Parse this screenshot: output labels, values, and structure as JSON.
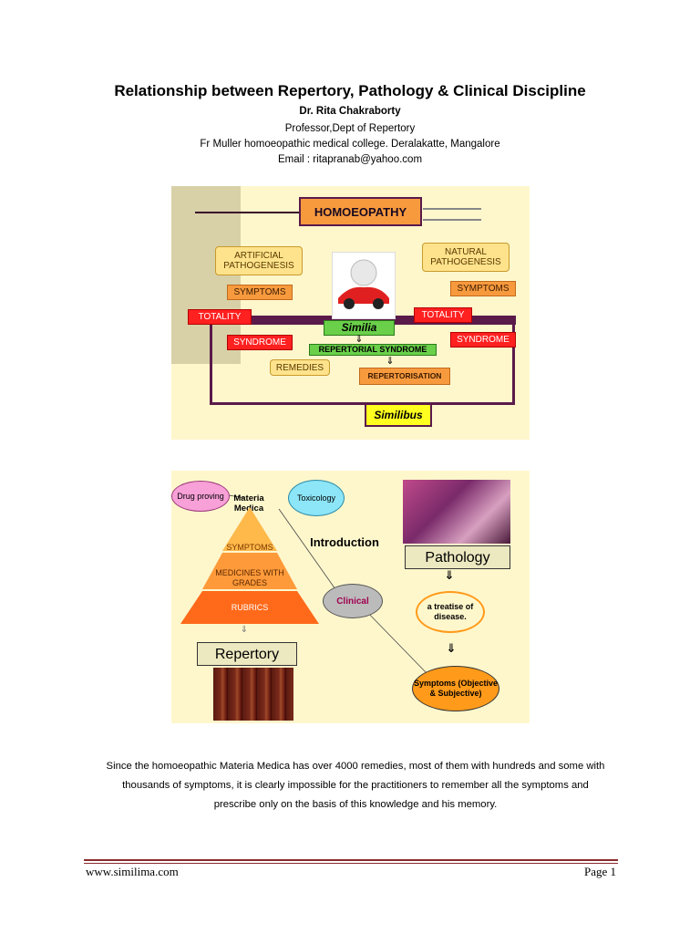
{
  "header": {
    "title": "Relationship between Repertory, Pathology & Clinical Discipline",
    "author": "Dr. Rita Chakraborty",
    "position": "Professor,Dept of Repertory",
    "institution": "Fr Muller homoeopathic medical college. Deralakatte, Mangalore",
    "email": "Email : ritapranab@yahoo.com"
  },
  "diagram1": {
    "homoeopathy": "HOMOEOPATHY",
    "artificial": "ARTIFICIAL PATHOGENESIS",
    "natural": "NATURAL PATHOGENESIS",
    "symptoms_left": "SYMPTOMS",
    "symptoms_right": "SYMPTOMS",
    "totality_left": "TOTALITY",
    "totality_right": "TOTALITY",
    "similia": "Similia",
    "syndrome_left": "SYNDROME",
    "syndrome_right": "SYNDROME",
    "repertorial_syndrome": "REPERTORIAL SYNDROME",
    "remedies": "REMEDIES",
    "repertorisation": "REPERTORISATION",
    "similibus": "Similibus",
    "arrow": "⇓"
  },
  "diagram2": {
    "drug_proving": "Drug proving",
    "materia_medica": "Materia Medica",
    "toxicology": "Toxicology",
    "introduction": "Introduction",
    "pathology": "Pathology",
    "symptoms": "SYMPTOMS",
    "medicines_with_grades": "MEDICINES WITH GRADES",
    "rubrics": "RUBRICS",
    "clinical": "Clinical",
    "treatise": "a treatise of disease.",
    "repertory": "Repertory",
    "symptoms_obj_subj": "Symptoms (Objective & Subjective)"
  },
  "body_text": "Since the homoeopathic Materia Medica has over 4000 remedies, most of them with hundreds and some with thousands of symptoms, it is clearly impossible for the practitioners to remember all the symptoms and prescribe only on the basis of this knowledge and his memory.",
  "footer": {
    "website": "www.similima.com",
    "page": "Page 1"
  }
}
